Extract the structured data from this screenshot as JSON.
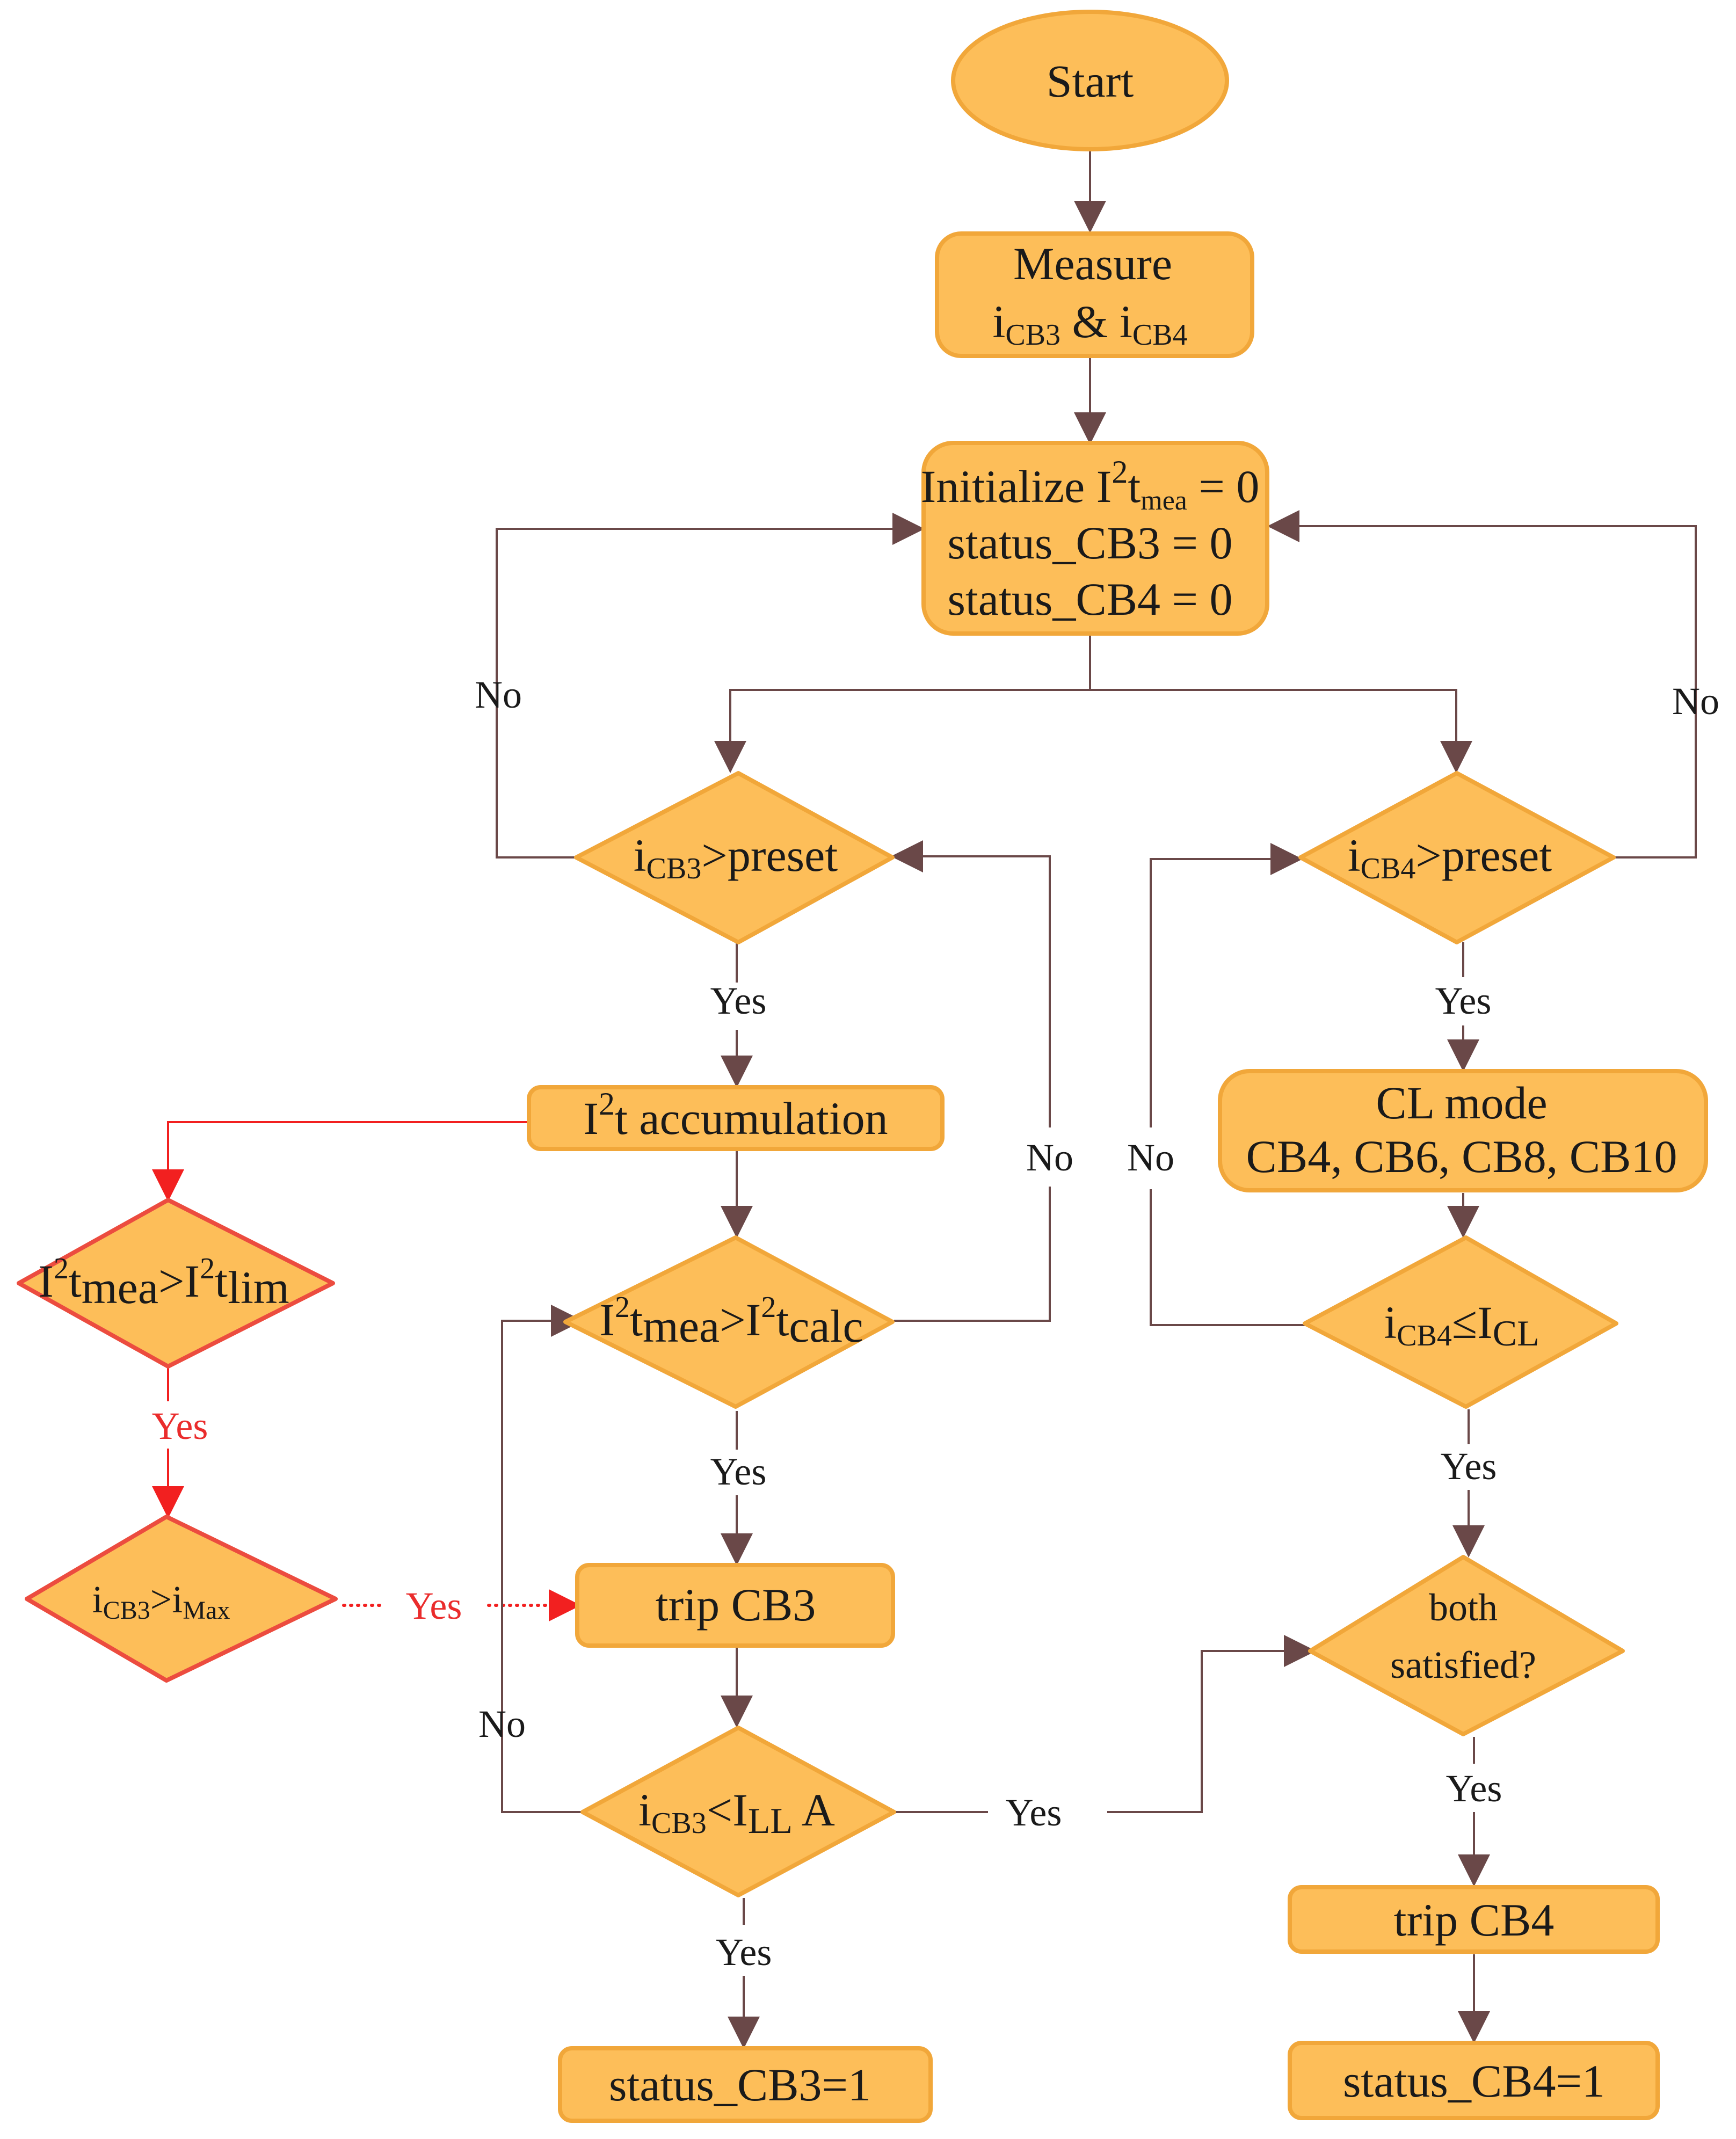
{
  "nodes": {
    "start": "Start",
    "measure": {
      "line1": "Measure",
      "line2": {
        "a": "i",
        "a_sub": "CB3",
        "amp": " & i",
        "b_sub": "CB4"
      }
    },
    "init": {
      "line1": {
        "pre": "Initialize I",
        "sup": "2",
        "t": "t",
        "sub": "mea",
        "post": " = 0"
      },
      "line2": "status_CB3 = 0",
      "line3": "status_CB4 = 0"
    },
    "d_cb3_preset": {
      "i": "i",
      "sub": "CB3",
      "rest": ">preset"
    },
    "d_cb4_preset": {
      "i": "i",
      "sub": "CB4",
      "rest": ">preset"
    },
    "i2t_accum": {
      "pre": "I",
      "sup": "2",
      "rest": "t accumulation"
    },
    "cl_mode": {
      "line1": "CL mode",
      "line2": "CB4, CB6, CB8, CB10"
    },
    "d_i2t_lim": {
      "a": "I",
      "a_sup": "2",
      "t1": "t",
      "t1_sub": "mea",
      "gt": ">I",
      "b_sup": "2",
      "t2": "t",
      "t2_sub": "lim"
    },
    "d_i2t_calc": {
      "a": "I",
      "a_sup": "2",
      "t1": "t",
      "t1_sub": "mea",
      "gt": ">I",
      "b_sup": "2",
      "t2": "t",
      "t2_sub": "calc"
    },
    "d_icl": {
      "i": "i",
      "sub": "CB4",
      "le": "≤I",
      "sub2": "CL"
    },
    "d_imax": {
      "i": "i",
      "sub": "CB3",
      "gt": ">i",
      "sub2": "Max"
    },
    "trip_cb3": "trip CB3",
    "d_ill": {
      "i": "i",
      "sub": "CB3",
      "lt": "<I",
      "sub2": "LL",
      "post": " A"
    },
    "d_both": {
      "line1": "both",
      "line2": "satisfied?"
    },
    "trip_cb4": "trip CB4",
    "status_cb3": "status_CB3=1",
    "status_cb4": "status_CB4=1"
  },
  "edge_labels": {
    "no_left_top": "No",
    "no_right_top": "No",
    "yes_cb3_preset": "Yes",
    "yes_cb4_preset": "Yes",
    "no_calc": "No",
    "no_icl": "No",
    "yes_lim": "Yes",
    "yes_calc": "Yes",
    "yes_icl": "Yes",
    "yes_imax": "Yes",
    "no_ill": "No",
    "yes_ill_right": "Yes",
    "yes_both": "Yes",
    "yes_ill_down": "Yes"
  },
  "colors": {
    "node_fill": "#FDBE59",
    "node_stroke": "#F1A73A",
    "alert_stroke": "#EC4C3F",
    "connector": "#6A4848",
    "alert_connector": "#F22020"
  }
}
